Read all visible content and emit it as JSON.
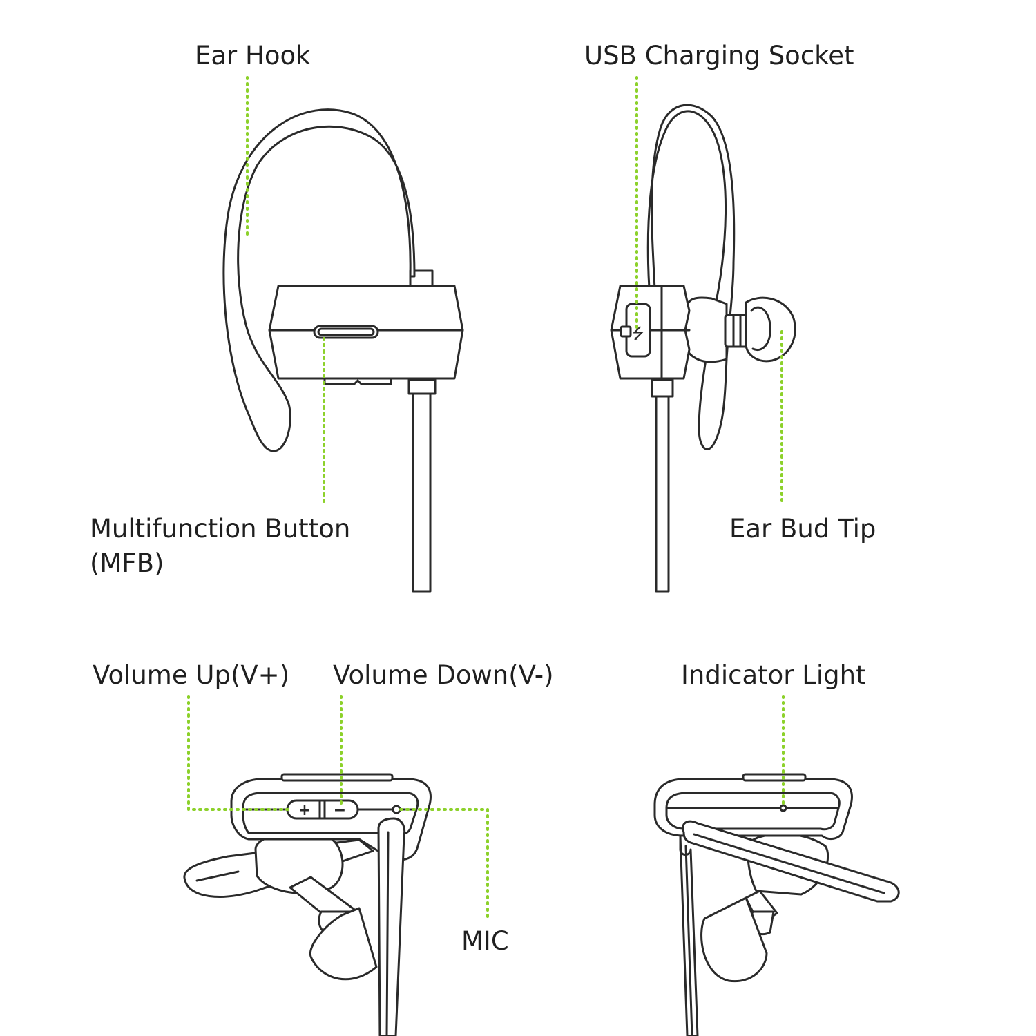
{
  "labels": {
    "ear_hook": "Ear Hook",
    "usb_socket": "USB Charging Socket",
    "mfb_line1": "Multifunction Button",
    "mfb_line2": "(MFB)",
    "ear_bud_tip": "Ear Bud Tip",
    "volume_up": "Volume Up(V+)",
    "volume_down": "Volume Down(V-)",
    "indicator_light": "Indicator Light",
    "mic": "MIC"
  },
  "colors": {
    "leader": "#8cd12a",
    "outline": "#2a2a2a",
    "text": "#1f1f1f",
    "background": "#ffffff"
  }
}
